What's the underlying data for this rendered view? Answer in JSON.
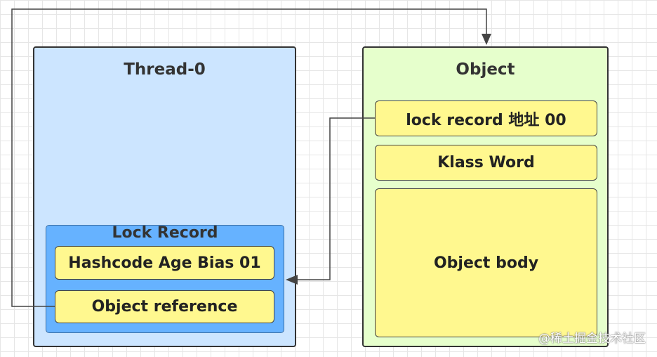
{
  "thread": {
    "title": "Thread-0",
    "lock_record": {
      "title": "Lock Record",
      "hashcode_cell": "Hashcode Age Bias 01",
      "reference_cell": "Object reference"
    }
  },
  "object": {
    "title": "Object",
    "mark_word": "lock record 地址 00",
    "klass_word": "Klass Word",
    "body": "Object body"
  },
  "watermark": "@稀土掘金技术社区",
  "colors": {
    "thread_bg": "#cce5ff",
    "lock_record_bg": "#66b2ff",
    "object_bg": "#e6ffcc",
    "cell_bg": "#fff88f",
    "connector": "#444444"
  }
}
